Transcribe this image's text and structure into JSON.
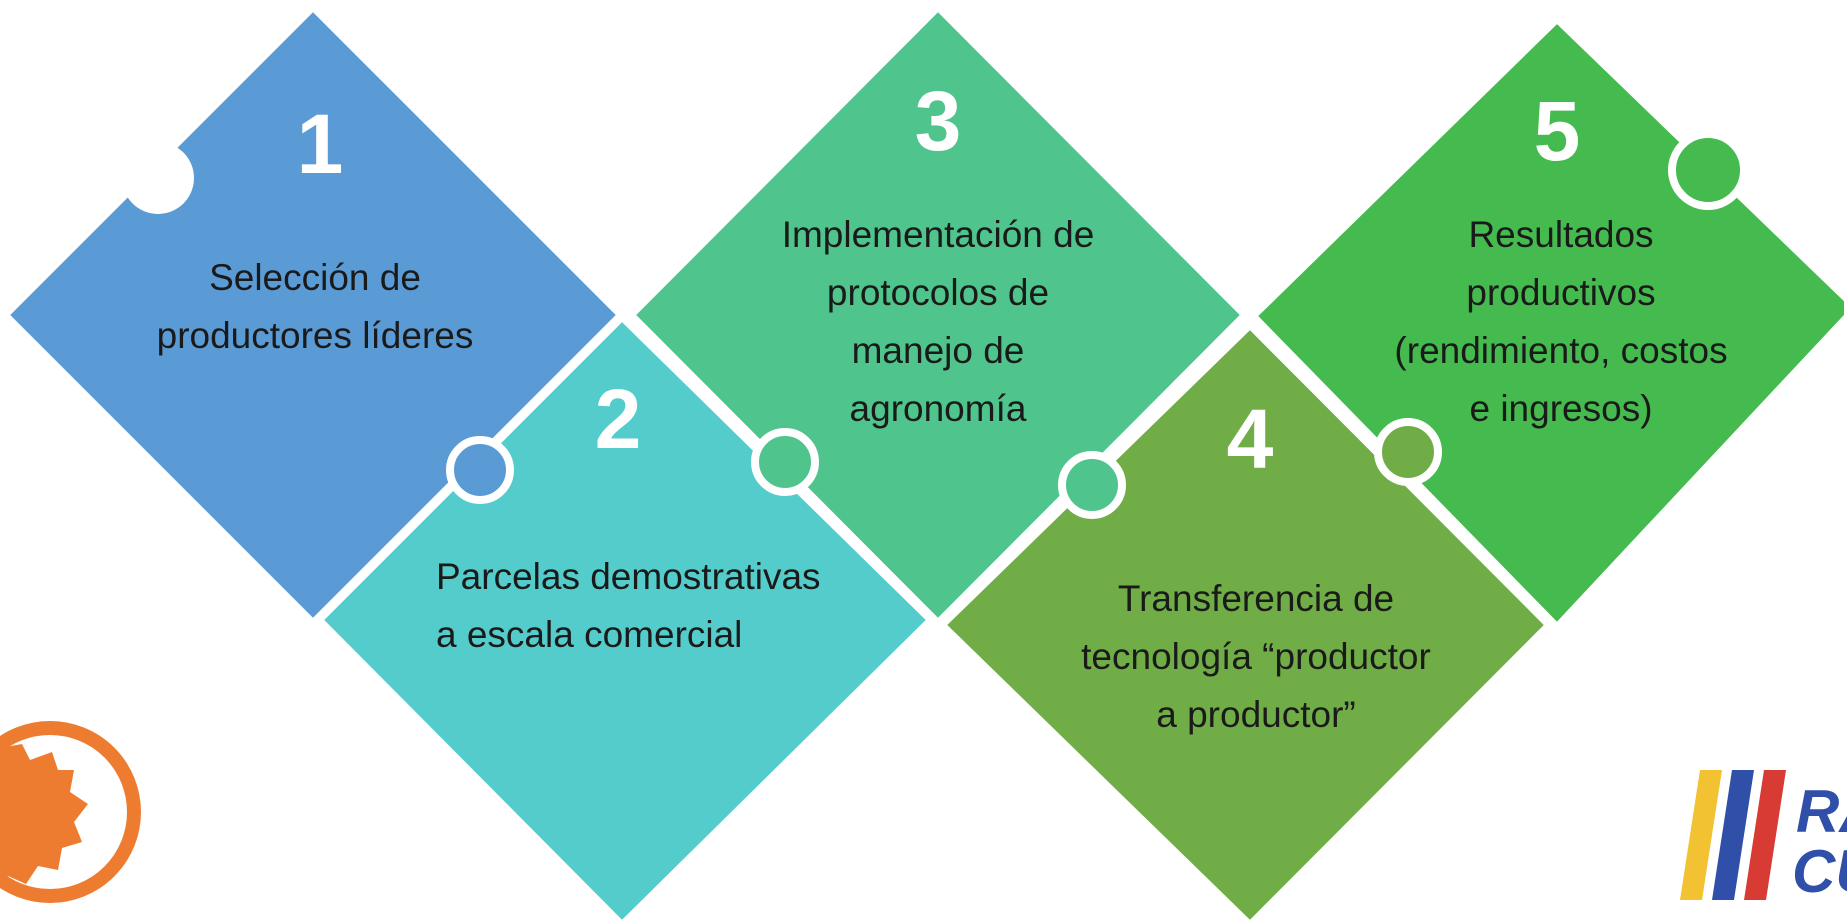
{
  "steps": [
    {
      "number": "1",
      "lines": [
        "Selección de",
        "productores líderes"
      ],
      "color": "#5B9BD5"
    },
    {
      "number": "2",
      "lines": [
        "Parcelas demostrativas",
        "a escala comercial"
      ],
      "color": "#55CCCC"
    },
    {
      "number": "3",
      "lines": [
        "Implementación de",
        "protocolos de",
        "manejo de",
        "agronomía"
      ],
      "color": "#4FC48C"
    },
    {
      "number": "4",
      "lines": [
        "Transferencia de",
        "tecnología “productor",
        "a productor”"
      ],
      "color": "#70AD47"
    },
    {
      "number": "5",
      "lines": [
        "Resultados",
        "productivos",
        "(rendimiento, costos",
        "e ingresos)"
      ],
      "color": "#45BA4E"
    }
  ],
  "logos": {
    "left_logo_color": "#EE7C30",
    "right_logo_text": "RA CU",
    "right_logo_colors": [
      "#F2C232",
      "#2F4FA8",
      "#D83A34"
    ]
  }
}
